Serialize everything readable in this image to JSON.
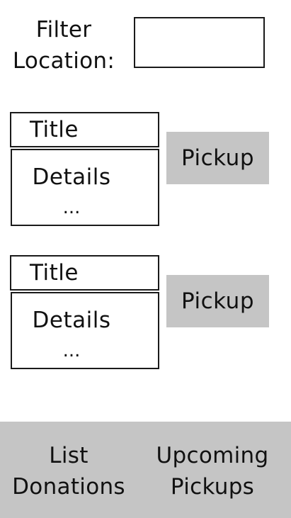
{
  "filter": {
    "label_line1": "Filter",
    "label_line2": "Location:",
    "value": "",
    "placeholder": ""
  },
  "listings": [
    {
      "title": "Title",
      "details": "Details",
      "details_more": "...",
      "action_label": "Pickup"
    },
    {
      "title": "Title",
      "details": "Details",
      "details_more": "...",
      "action_label": "Pickup"
    }
  ],
  "bottom_nav": {
    "list_donations_line1": "List",
    "list_donations_line2": "Donations",
    "upcoming_pickups_line1": "Upcoming",
    "upcoming_pickups_line2": "Pickups"
  },
  "colors": {
    "button_background": "#c5c5c5",
    "border": "#1a1a1a",
    "text": "#111111",
    "page_background": "#ffffff"
  }
}
